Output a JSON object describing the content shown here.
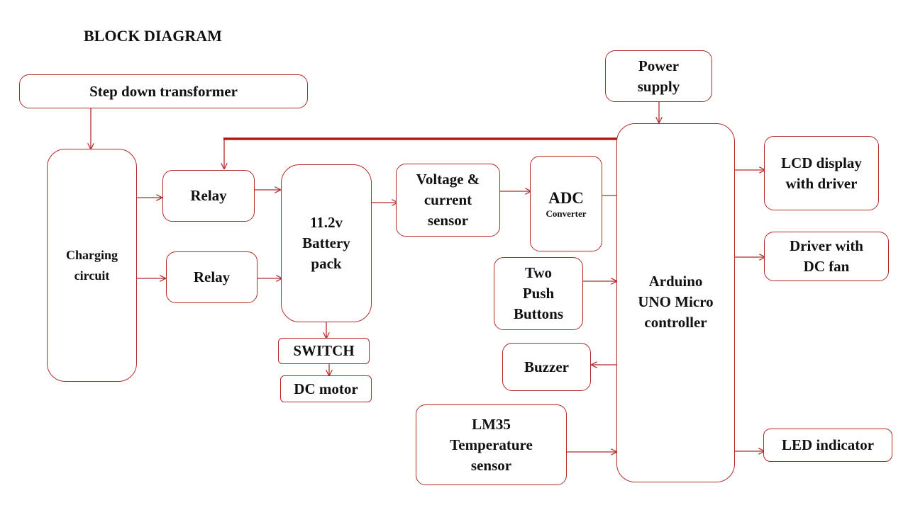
{
  "title": "BLOCK DIAGRAM",
  "colors": {
    "line": "#b22a2a",
    "bus": "#b01818",
    "text": "#111111"
  },
  "blocks": {
    "step_down_transformer": {
      "lines": [
        "Step down transformer"
      ]
    },
    "charging_circuit": {
      "lines": [
        "Charging",
        "circuit"
      ]
    },
    "relay_1": {
      "lines": [
        "Relay"
      ]
    },
    "relay_2": {
      "lines": [
        "Relay"
      ]
    },
    "battery_pack": {
      "lines": [
        "11.2v",
        "Battery",
        "pack"
      ]
    },
    "switch": {
      "lines": [
        "SWITCH"
      ]
    },
    "dc_motor": {
      "lines": [
        "DC motor"
      ]
    },
    "voltage_current_sensor": {
      "lines": [
        "Voltage &",
        "current",
        "sensor"
      ]
    },
    "adc_converter": {
      "lines": [
        "ADC"
      ],
      "sub": "Converter"
    },
    "power_supply": {
      "lines": [
        "Power",
        "supply"
      ]
    },
    "arduino": {
      "lines": [
        "Arduino",
        "UNO Micro",
        "controller"
      ]
    },
    "push_buttons": {
      "lines": [
        "Two",
        "Push",
        "Buttons"
      ]
    },
    "buzzer": {
      "lines": [
        "Buzzer"
      ]
    },
    "lm35": {
      "lines": [
        "LM35",
        "Temperature",
        "sensor"
      ]
    },
    "lcd_display": {
      "lines": [
        "LCD display",
        "with driver"
      ]
    },
    "driver_dc_fan": {
      "lines": [
        "Driver with",
        "DC fan"
      ]
    },
    "led_indicator": {
      "lines": [
        "LED indicator"
      ]
    }
  },
  "connections": [
    {
      "from": "step_down_transformer",
      "to": "charging_circuit"
    },
    {
      "from": "charging_circuit",
      "to": "relay_1"
    },
    {
      "from": "charging_circuit",
      "to": "relay_2"
    },
    {
      "from": "relay_1",
      "to": "battery_pack"
    },
    {
      "from": "relay_2",
      "to": "battery_pack"
    },
    {
      "from": "battery_pack",
      "to": "voltage_current_sensor"
    },
    {
      "from": "battery_pack",
      "to": "switch"
    },
    {
      "from": "switch",
      "to": "dc_motor"
    },
    {
      "from": "voltage_current_sensor",
      "to": "adc_converter"
    },
    {
      "from": "adc_converter",
      "to": "arduino"
    },
    {
      "from": "power_supply",
      "to": "arduino"
    },
    {
      "from": "arduino",
      "to": "relay_1",
      "style": "bus"
    },
    {
      "from": "push_buttons",
      "to": "arduino"
    },
    {
      "from": "arduino",
      "to": "buzzer"
    },
    {
      "from": "lm35",
      "to": "arduino"
    },
    {
      "from": "arduino",
      "to": "lcd_display"
    },
    {
      "from": "arduino",
      "to": "driver_dc_fan"
    },
    {
      "from": "arduino",
      "to": "led_indicator"
    }
  ]
}
